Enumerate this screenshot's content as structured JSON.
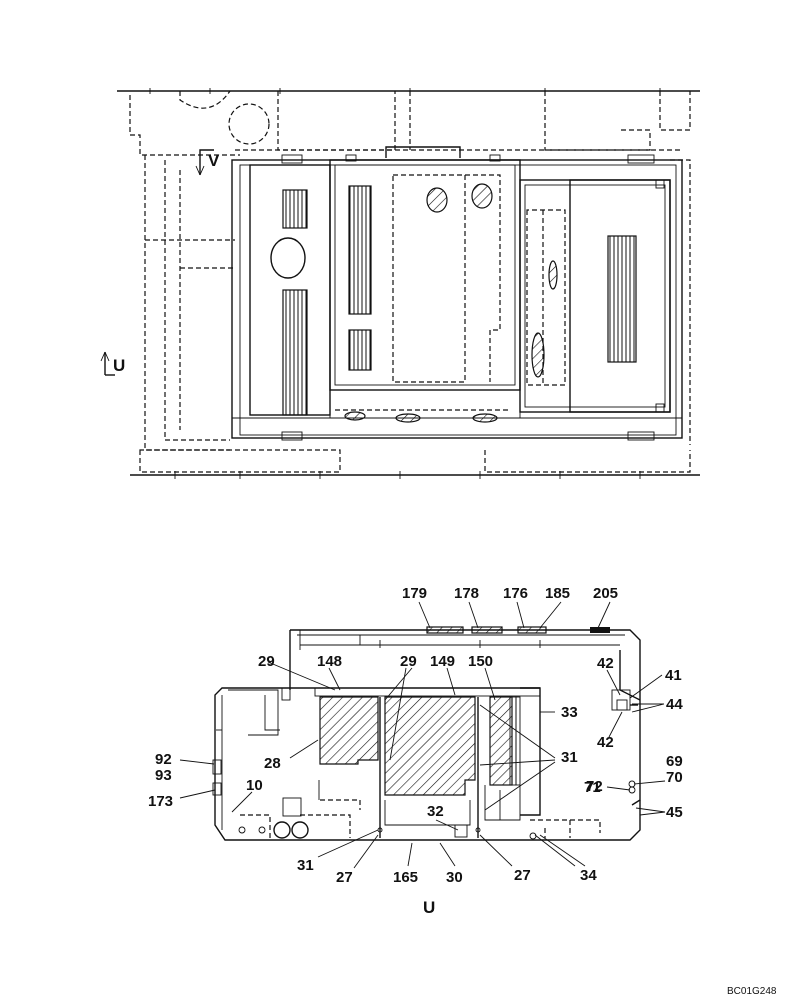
{
  "diagram_id": "BC01G248",
  "view_labels": {
    "top_view_arrow_v": "V",
    "top_view_arrow_u": "U",
    "section_label": "U"
  },
  "callouts": {
    "c179": "179",
    "c178": "178",
    "c176": "176",
    "c185": "185",
    "c205": "205",
    "c29a": "29",
    "c148": "148",
    "c29b": "29",
    "c149": "149",
    "c150": "150",
    "c42a": "42",
    "c41": "41",
    "c44": "44",
    "c33": "33",
    "c42b": "42",
    "c28": "28",
    "c31a": "31",
    "c92": "92",
    "c93": "93",
    "c69": "69",
    "c71": "71",
    "c70": "70",
    "c72": "72",
    "c173": "173",
    "c10": "10",
    "c45": "45",
    "c32": "32",
    "c31b": "31",
    "c27a": "27",
    "c165": "165",
    "c30": "30",
    "c27b": "27",
    "c34": "34"
  }
}
